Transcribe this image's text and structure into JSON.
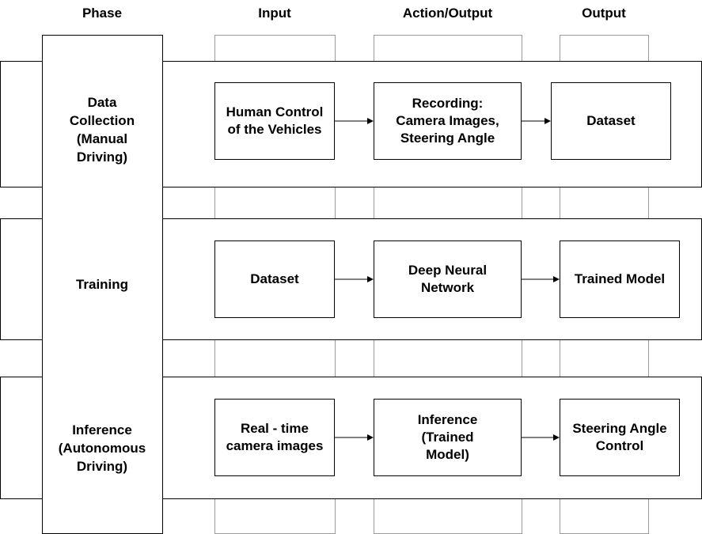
{
  "headers": {
    "phase": "Phase",
    "input": "Input",
    "action": "Action/Output",
    "output": "Output"
  },
  "rows": [
    {
      "phase": "Data\nCollection\n(Manual\nDriving)",
      "input": "Human Control\nof the Vehicles",
      "action": "Recording:\nCamera Images,\nSteering Angle",
      "output": "Dataset"
    },
    {
      "phase": "Training",
      "input": "Dataset",
      "action": "Deep Neural\nNetwork",
      "output": "Trained Model"
    },
    {
      "phase": "Inference\n(Autonomous\nDriving)",
      "input": "Real - time\ncamera images",
      "action": "Inference\n(Trained\nModel)",
      "output": "Steering Angle\nControl"
    }
  ]
}
